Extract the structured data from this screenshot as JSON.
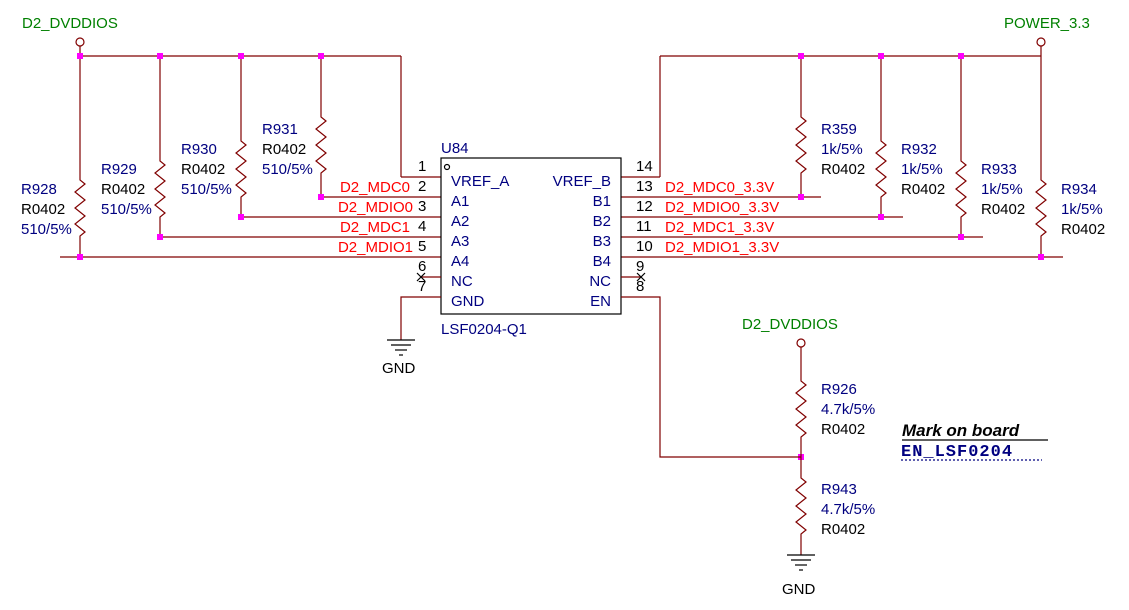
{
  "power": {
    "left": "D2_DVDDIOS",
    "right": "POWER_3.3",
    "en": "D2_DVDDIOS"
  },
  "ground": {
    "chip": "GND",
    "bottom": "GND"
  },
  "chip": {
    "ref": "U84",
    "part": "LSF0204-Q1",
    "pins": [
      {
        "num": "1",
        "name": "VREF_A"
      },
      {
        "num": "2",
        "name": "A1"
      },
      {
        "num": "3",
        "name": "A2"
      },
      {
        "num": "4",
        "name": "A3"
      },
      {
        "num": "5",
        "name": "A4"
      },
      {
        "num": "6",
        "name": "NC"
      },
      {
        "num": "7",
        "name": "GND"
      },
      {
        "num": "14",
        "name": "VREF_B"
      },
      {
        "num": "13",
        "name": "B1"
      },
      {
        "num": "12",
        "name": "B2"
      },
      {
        "num": "11",
        "name": "B3"
      },
      {
        "num": "10",
        "name": "B4"
      },
      {
        "num": "9",
        "name": "NC"
      },
      {
        "num": "8",
        "name": "EN"
      }
    ]
  },
  "nets": {
    "left": [
      "D2_MDC0",
      "D2_MDIO0",
      "D2_MDC1",
      "D2_MDIO1"
    ],
    "right": [
      "D2_MDC0_3.3V",
      "D2_MDIO0_3.3V",
      "D2_MDC1_3.3V",
      "D2_MDIO1_3.3V"
    ]
  },
  "resistors": [
    {
      "ref": "R928",
      "value": "510/5%",
      "package": "R0402"
    },
    {
      "ref": "R929",
      "value": "510/5%",
      "package": "R0402"
    },
    {
      "ref": "R930",
      "value": "510/5%",
      "package": "R0402"
    },
    {
      "ref": "R931",
      "value": "510/5%",
      "package": "R0402"
    },
    {
      "ref": "R359",
      "value": "1k/5%",
      "package": "R0402"
    },
    {
      "ref": "R932",
      "value": "1k/5%",
      "package": "R0402"
    },
    {
      "ref": "R933",
      "value": "1k/5%",
      "package": "R0402"
    },
    {
      "ref": "R934",
      "value": "1k/5%",
      "package": "R0402"
    },
    {
      "ref": "R926",
      "value": "4.7k/5%",
      "package": "R0402"
    },
    {
      "ref": "R943",
      "value": "4.7k/5%",
      "package": "R0402"
    }
  ],
  "note": {
    "title": "Mark on board",
    "code": "EN_LSF0204"
  }
}
